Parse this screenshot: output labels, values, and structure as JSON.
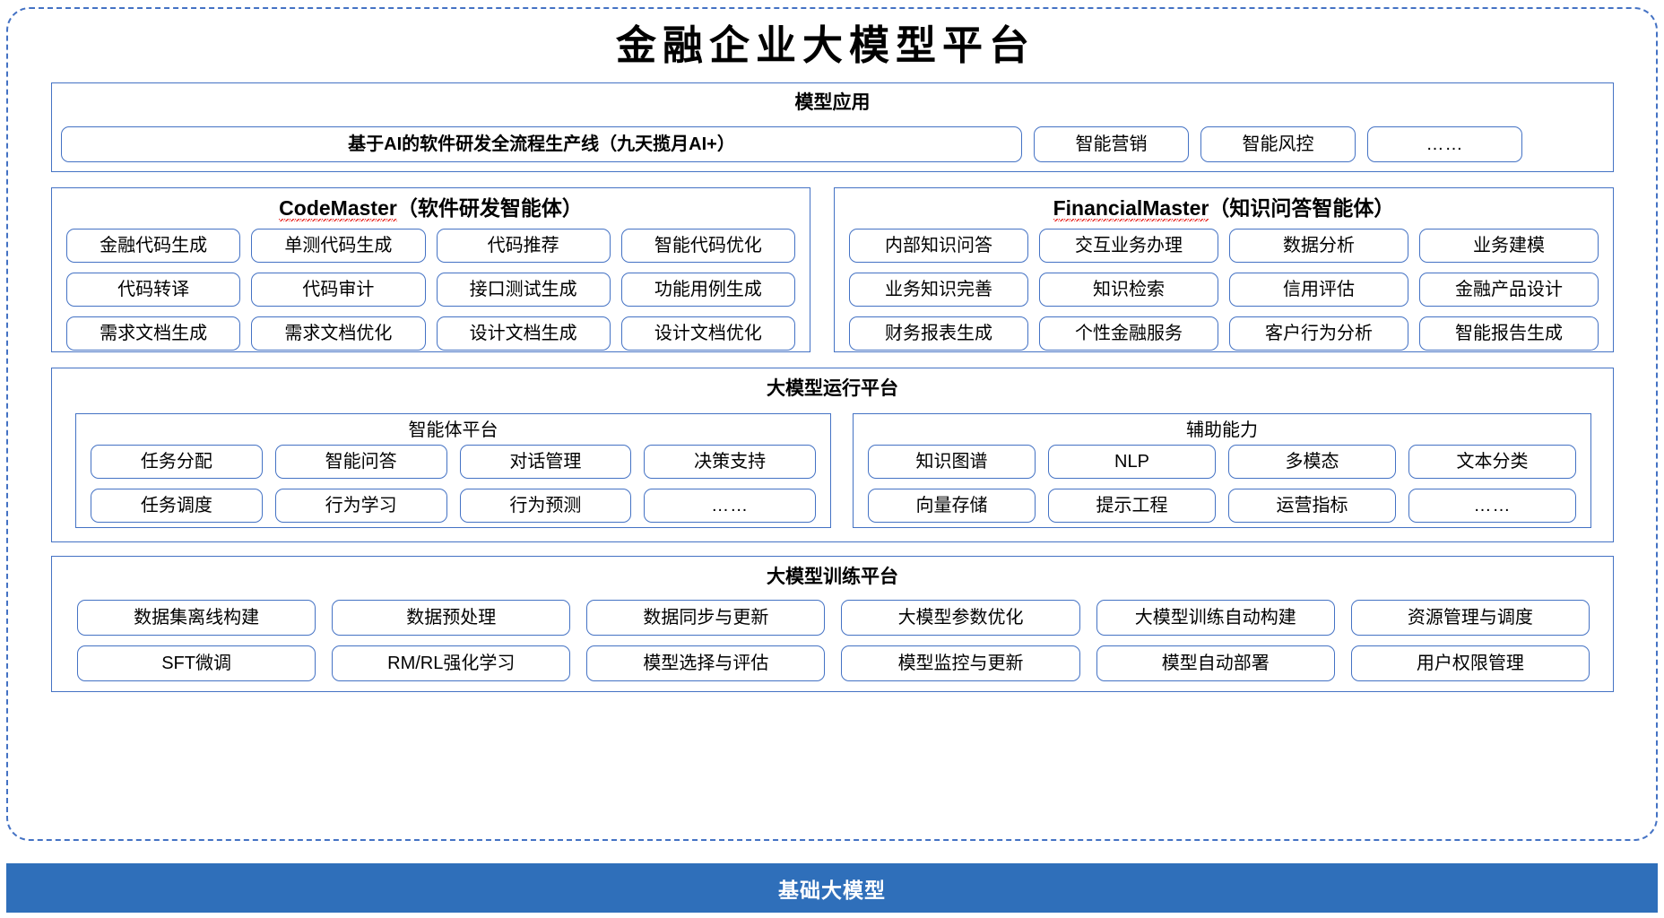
{
  "title": "金融企业大模型平台",
  "colors": {
    "accent_border": "#4472c4",
    "footer_bg": "#2f6fba",
    "spellcheck_squiggle": "#e8312c",
    "text": "#000000",
    "panel_bg": "#ffffff"
  },
  "sections": {
    "application": {
      "title": "模型应用",
      "primary": "基于AI的软件研发全流程生产线（九天揽月AI+）",
      "items": [
        "智能营销",
        "智能风控",
        "……"
      ]
    },
    "code_master": {
      "name": "CodeMaster",
      "subtitle": "（软件研发智能体）",
      "spellcheck_underline": true,
      "items": [
        "金融代码生成",
        "单测代码生成",
        "代码推荐",
        "智能代码优化",
        "代码转译",
        "代码审计",
        "接口测试生成",
        "功能用例生成",
        "需求文档生成",
        "需求文档优化",
        "设计文档生成",
        "设计文档优化"
      ]
    },
    "financial_master": {
      "name": "FinancialMaster",
      "subtitle": "（知识问答智能体）",
      "spellcheck_underline": true,
      "items": [
        "内部知识问答",
        "交互业务办理",
        "数据分析",
        "业务建模",
        "业务知识完善",
        "知识检索",
        "信用评估",
        "金融产品设计",
        "财务报表生成",
        "个性金融服务",
        "客户行为分析",
        "智能报告生成"
      ]
    },
    "runtime_platform": {
      "title": "大模型运行平台",
      "agent_platform": {
        "title": "智能体平台",
        "items": [
          "任务分配",
          "智能问答",
          "对话管理",
          "决策支持",
          "任务调度",
          "行为学习",
          "行为预测",
          "……"
        ]
      },
      "auxiliary": {
        "title": "辅助能力",
        "items": [
          "知识图谱",
          "NLP",
          "多模态",
          "文本分类",
          "向量存储",
          "提示工程",
          "运营指标",
          "……"
        ]
      }
    },
    "training_platform": {
      "title": "大模型训练平台",
      "items": [
        "数据集离线构建",
        "数据预处理",
        "数据同步与更新",
        "大模型参数优化",
        "大模型训练自动构建",
        "资源管理与调度",
        "SFT微调",
        "RM/RL强化学习",
        "模型选择与评估",
        "模型监控与更新",
        "模型自动部署",
        "用户权限管理"
      ]
    },
    "foundation": {
      "label": "基础大模型"
    }
  }
}
